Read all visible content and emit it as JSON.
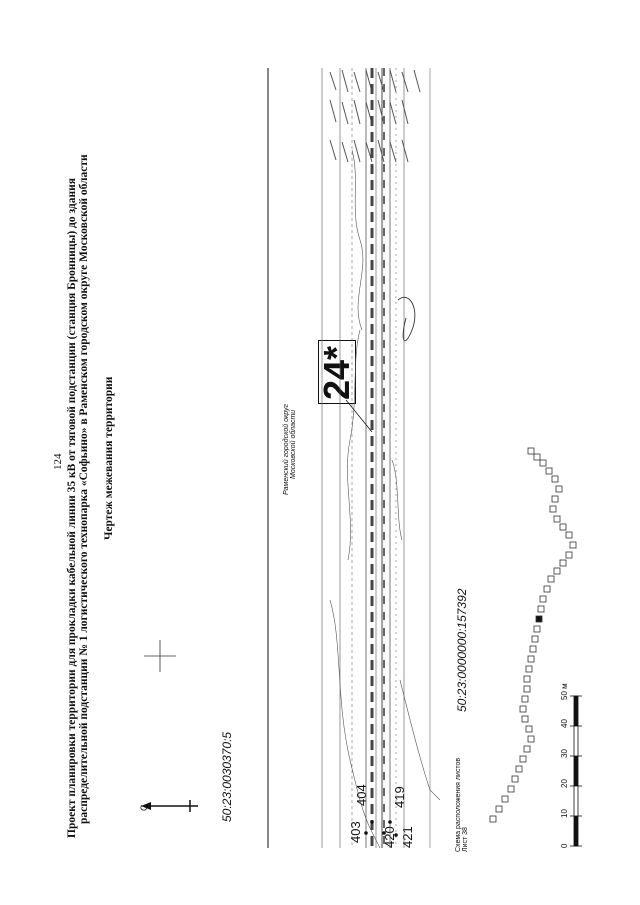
{
  "page_number": "124",
  "title": {
    "line1": "Проект планировки территории для прокладки кабельной линии 35 кВ от тяговой подстанции (станция Бронницы) до здания",
    "line2": "распределительной подстанции № 1 логистического технопарка «Софьино» в Раменском городском округе Московской области"
  },
  "sheet_title": "Чертеж межевания территории",
  "north_label": "С",
  "cadastral": {
    "quarter": "50:23:0030370:5",
    "parcel": "50:23:0000000:157392"
  },
  "district_label": {
    "line1": "Раменский городской округ",
    "line2": "Московской области"
  },
  "callout": "24*",
  "point_labels": [
    "403",
    "404",
    "420",
    "419",
    "421"
  ],
  "layout_scheme": {
    "title": "Схема расположения листов",
    "sheet": "Лист 38"
  },
  "scale_bar": {
    "ticks": [
      "0",
      "10",
      "20",
      "30",
      "40",
      "50 м"
    ]
  },
  "colors": {
    "ink": "#111111",
    "map_ink": "#555555"
  }
}
